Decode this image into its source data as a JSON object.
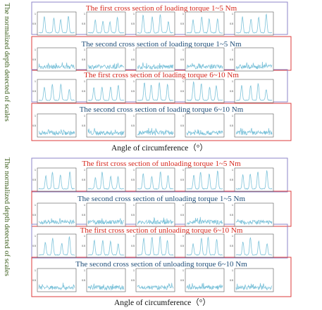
{
  "colors": {
    "line": "#7ec3da",
    "red": "#d6281e",
    "blue": "#1f4e79",
    "blue_border": "#8d84c8",
    "red_border": "#de3b3b",
    "axis": "#555555",
    "ylabel": "#3d5f1e"
  },
  "groups": [
    {
      "ylabel_lines": [
        "The normalized depth detected of",
        "scales"
      ],
      "xlabel": "Angle of circumference（°）"
    },
    {
      "ylabel_lines": [
        "The normalized depth detected of",
        "scales"
      ],
      "xlabel": "Angle of circumference（°）"
    }
  ],
  "chart_data": {
    "type": "line",
    "panels_per_row": 5,
    "y_tick_labels": [
      "1",
      "0.5"
    ],
    "rows": [
      {
        "title": "The first cross section of loading torque 1~5 Nm",
        "title_color": "red",
        "pattern": "peaks"
      },
      {
        "title": "The second cross section of loading torque 1~5 Nm",
        "title_color": "blue",
        "pattern": "noise"
      },
      {
        "title": "The first cross section of loading torque 6~10 Nm",
        "title_color": "red",
        "pattern": "peaks"
      },
      {
        "title": "The second cross section of loading torque 6~10 Nm",
        "title_color": "blue",
        "pattern": "noise"
      },
      {
        "title": "The first cross section of unloading torque 1~5 Nm",
        "title_color": "red",
        "pattern": "peaks"
      },
      {
        "title": "The second cross section of unloading torque 1~5 Nm",
        "title_color": "blue",
        "pattern": "noise"
      },
      {
        "title": "The first cross section of unloading torque 6~10 Nm",
        "title_color": "red",
        "pattern": "peaks"
      },
      {
        "title": "The second cross section of unloading torque 6~10 Nm",
        "title_color": "blue",
        "pattern": "noise"
      }
    ]
  }
}
